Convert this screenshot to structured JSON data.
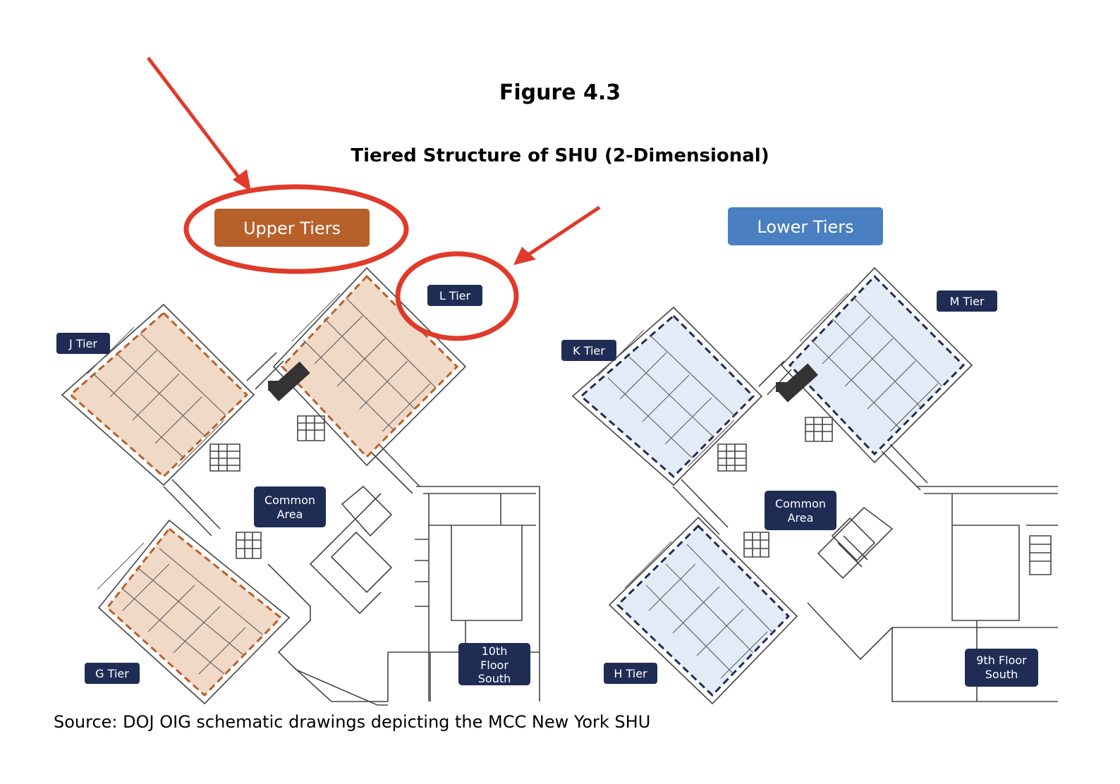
{
  "figure": {
    "number": "Figure 4.3",
    "title": "Tiered Structure of SHU (2-Dimensional)",
    "source": "Source:  DOJ OIG schematic drawings depicting the MCC New York SHU"
  },
  "upper": {
    "header": "Upper Tiers",
    "tier_labels": [
      "J Tier",
      "L Tier",
      "G Tier"
    ],
    "common_area": [
      "Common",
      "Area"
    ],
    "floor": [
      "10th",
      "Floor",
      "South"
    ]
  },
  "lower": {
    "header": "Lower Tiers",
    "tier_labels": [
      "K Tier",
      "M Tier",
      "H Tier"
    ],
    "common_area": [
      "Common",
      "Area"
    ],
    "floor": [
      "9th Floor",
      "South"
    ]
  },
  "colors": {
    "upper_header": "#b8602a",
    "upper_fill": "#f0d9c6",
    "upper_dash": "#b8602a",
    "lower_header": "#4a7fc1",
    "lower_fill": "#e3ebf7",
    "lower_dash": "#1f2d55",
    "label_bg": "#1f2d55",
    "annotation_red": "#e03a2a"
  }
}
